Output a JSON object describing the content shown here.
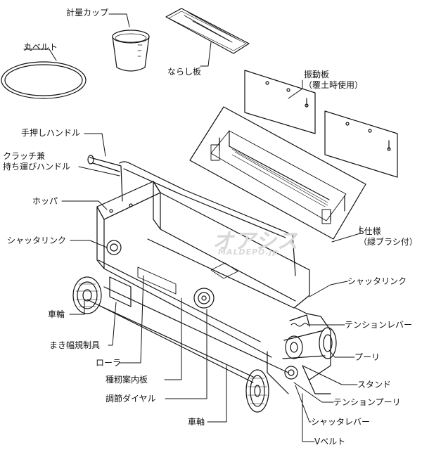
{
  "diagram": {
    "labels": {
      "measuring_cup": "計量カップ",
      "round_belt": "丸ベルト",
      "leveling_plate": "ならし板",
      "vibration_plate": "振動板\n（覆土時使用）",
      "push_handle": "手押しハンドル",
      "clutch_handle": "クラッチ兼\n持ち運びハンドル",
      "hopper": "ホッパ",
      "shutter_link_left": "シャッタリンク",
      "s_spec": "S仕様\n（緑ブラシ付）",
      "shutter_link_right": "シャッタリンク",
      "tension_lever": "テンションレバー",
      "wheel_left": "車輪",
      "spread_width_limiter": "まき幅規制具",
      "roller": "ローラ",
      "pulley": "プーリ",
      "stand": "スタンド",
      "seed_guide_plate": "種籾案内板",
      "tension_pulley": "テンションプーリ",
      "adjust_dial": "調節ダイヤル",
      "shutter_lever": "シャッタレバー",
      "axle": "車軸",
      "v_belt": "Vベルト"
    },
    "watermark": {
      "logo": "オアシス",
      "site": "MALDEPO.jp"
    }
  }
}
